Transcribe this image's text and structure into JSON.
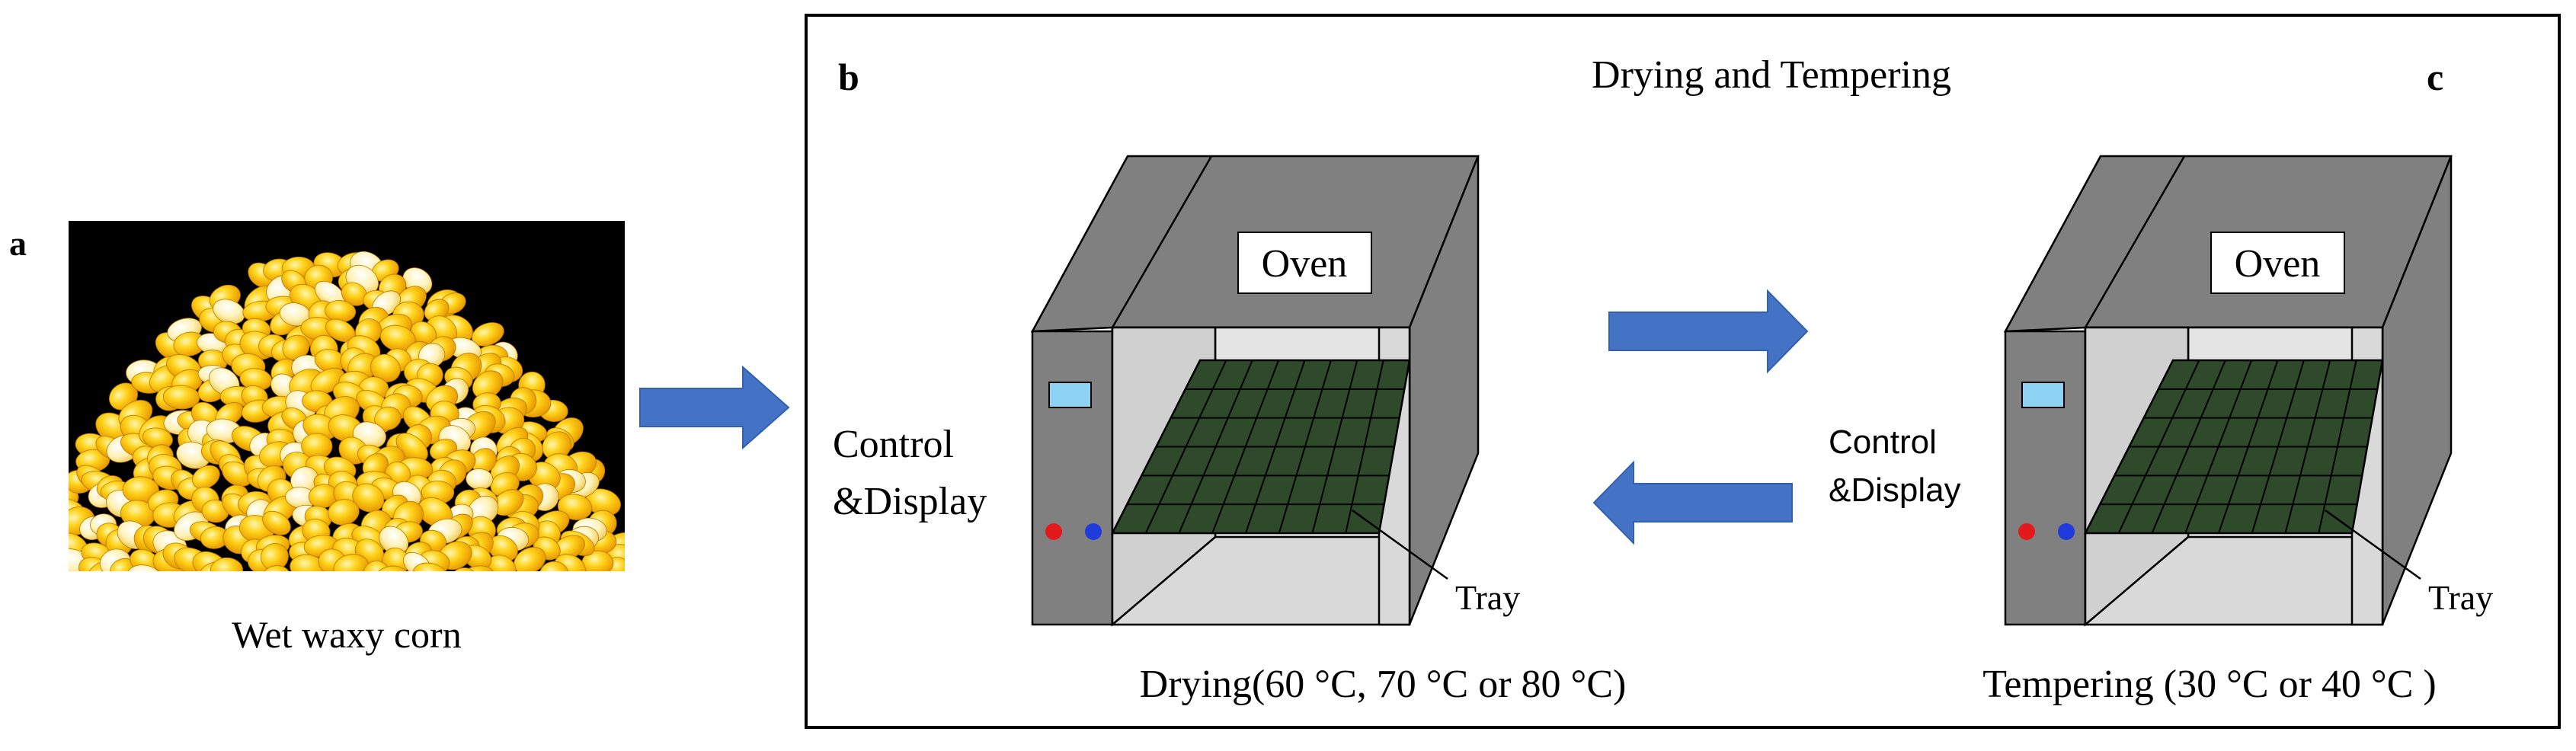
{
  "panel_a": {
    "letter": "a",
    "caption": "Wet waxy corn"
  },
  "panel_box": {
    "letter_b": "b",
    "letter_c": "c",
    "title": "Drying and Tempering"
  },
  "oven_b": {
    "oven_label": "Oven",
    "control_line1": "Control",
    "control_line2": "&Display",
    "tray_label": "Tray",
    "caption": "Drying(60 °C, 70 °C or 80 °C)"
  },
  "oven_c": {
    "oven_label": "Oven",
    "control_line1": "Control",
    "control_line2": "&Display",
    "tray_label": "Tray",
    "caption": "Tempering (30 °C or 40 °C )"
  },
  "colors": {
    "arrow": "#4472c4",
    "oven_grey": "#808080",
    "interior": "#d9d9d9",
    "tray": "#2e4a2a",
    "display": "#8fd3f4",
    "red_dot": "#e31a1c",
    "blue_dot": "#1f3bdb",
    "corn_yellow": "#f7c600"
  }
}
